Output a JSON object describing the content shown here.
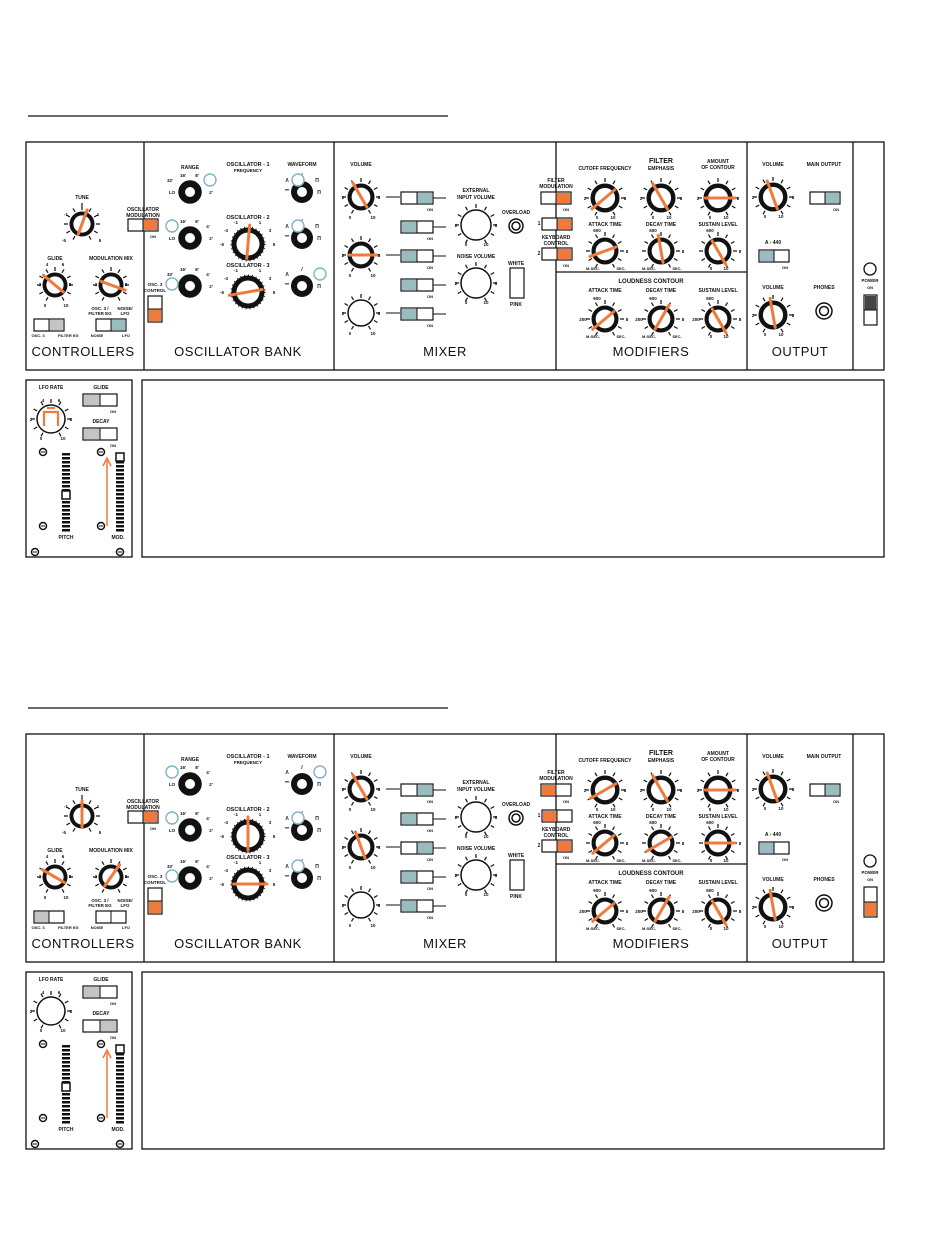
{
  "sections": {
    "controllers": "CONTROLLERS",
    "oscillator_bank": "OSCILLATOR BANK",
    "mixer": "MIXER",
    "modifiers": "MODIFIERS",
    "output": "OUTPUT"
  },
  "labels": {
    "tune": "TUNE",
    "osc_mod_1": "OSCILLATOR",
    "osc_mod_2": "MODULATION",
    "glide": "GLIDE",
    "mod_mix": "MODULATION MIX",
    "osc3_filter_eg_1": "OSC. 3 /",
    "osc3_filter_eg_2": "FILTER EG",
    "noise_lfo_1": "NOISE/",
    "noise_lfo_2": "LFO",
    "osc3_sw": "OSC. 3",
    "filter_eg_sw": "FILTER EG",
    "noise_sw": "NOISE",
    "lfo_sw": "LFO",
    "range": "RANGE",
    "osc1": "OSCILLATOR - 1",
    "frequency": "FREQUENCY",
    "waveform": "WAVEFORM",
    "osc2": "OSCILLATOR - 2",
    "osc3": "OSCILLATOR - 3",
    "osc3_control_1": "OSC. 3",
    "osc3_control_2": "CONTROL",
    "volume": "VOLUME",
    "ext_input_1": "EXTERNAL",
    "ext_input_2": "INPUT VOLUME",
    "overload": "OVERLOAD",
    "noise_volume": "NOISE VOLUME",
    "white": "WHITE",
    "pink": "PINK",
    "on": "ON",
    "filter_mod_1": "FILTER",
    "filter_mod_2": "MODULATION",
    "keyboard_control_1": "KEYBOARD",
    "keyboard_control_2": "CONTROL",
    "filter": "FILTER",
    "cutoff": "CUTOFF  FREQUENCY",
    "emphasis": "EMPHASIS",
    "amount_1": "AMOUNT",
    "amount_2": "OF CONTOUR",
    "attack_time": "ATTACK TIME",
    "decay_time": "DECAY TIME",
    "sustain_level": "SUSTAIN LEVEL",
    "loudness_contour": "LOUDNESS CONTOUR",
    "msec": "M-SEC.",
    "sec": "SEC.",
    "main_output": "MAIN OUTPUT",
    "a440": "A - 440",
    "phones": "PHONES",
    "power": "POWER",
    "lfo_rate": "LFO RATE",
    "decay": "DECAY",
    "pitch": "PITCH",
    "mod": "MOD."
  },
  "colors": {
    "orange": "#f07a3c",
    "teal": "#98bcbf",
    "gray": "#c4c4c4",
    "dark": "#444444"
  },
  "icons": [
    "knob",
    "rocker-switch",
    "jack-socket",
    "wheel",
    "overload-lamp",
    "power-lamp"
  ]
}
